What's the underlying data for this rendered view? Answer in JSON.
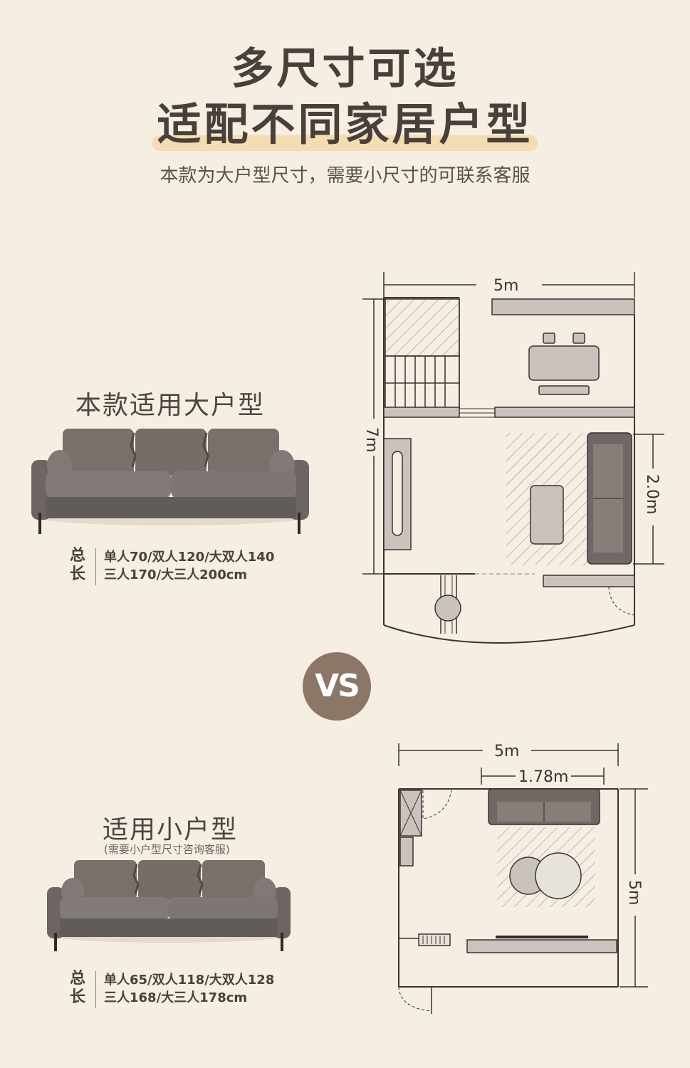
{
  "header": {
    "title_line1": "多尺寸可选",
    "title_line2": "适配不同家居户型",
    "subtitle": "本款为大户型尺寸，需要小尺寸的可联系客服"
  },
  "large": {
    "label": "本款适用大户型",
    "dim_label_1": "总",
    "dim_label_2": "长",
    "sizes_line1": "单人70/双人120/大双人140",
    "sizes_line2": "三人170/大三人200cm",
    "plan_width": "5m",
    "plan_height": "7m",
    "sofa_dim": "2.0m"
  },
  "vs": "VS",
  "small": {
    "label": "适用小户型",
    "note": "(需要小户型尺寸咨询客服)",
    "dim_label_1": "总",
    "dim_label_2": "长",
    "sizes_line1": "单人65/双人118/大双人128",
    "sizes_line2": "三人168/大三人178cm",
    "plan_width": "5m",
    "plan_height": "5m",
    "sofa_dim": "1.78m"
  },
  "colors": {
    "background": "#f6ede3",
    "sofa": "#6f6864",
    "vs_badge": "#8c7668",
    "highlight": "#f4ddb0"
  }
}
